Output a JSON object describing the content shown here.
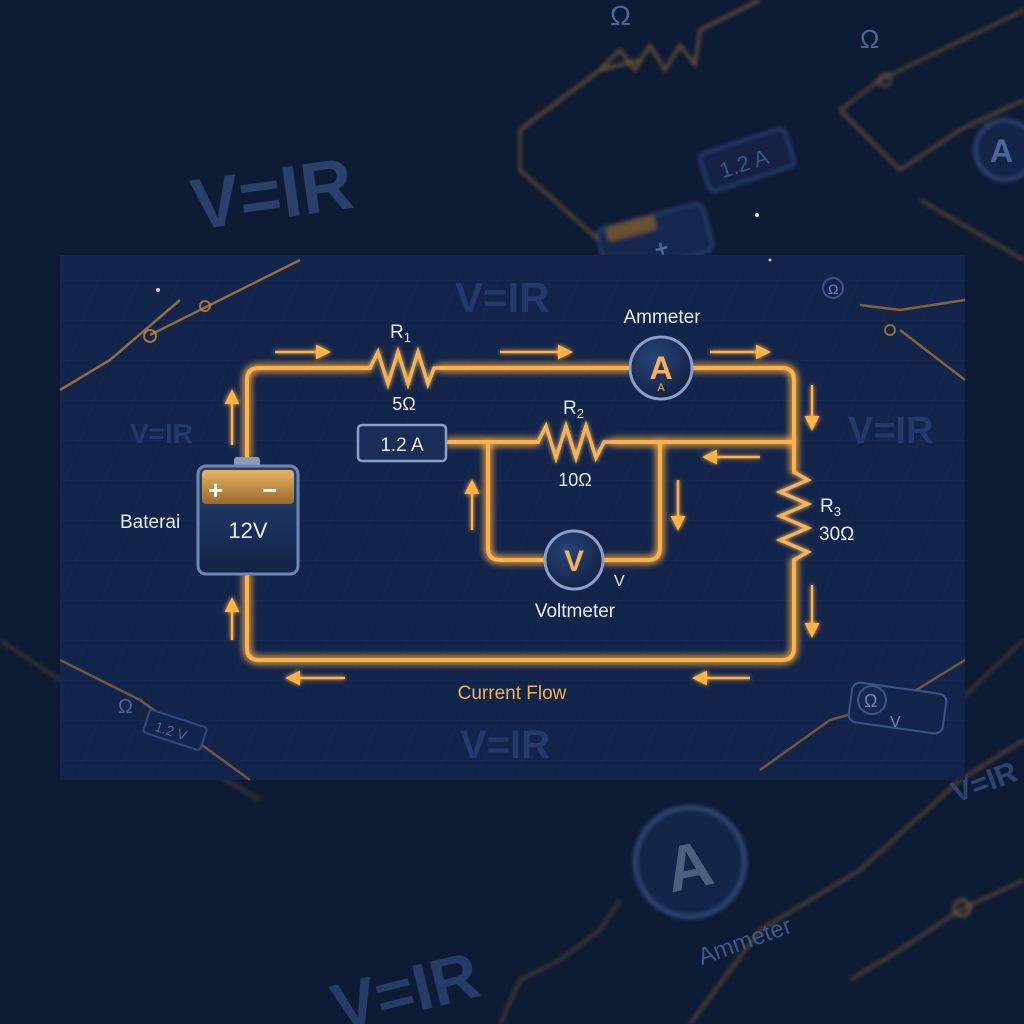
{
  "background": {
    "watermark_formula": "V=IR",
    "top_resistor_symbol": "Ω",
    "top_right_symbol": "Ω",
    "top_current_badge": "1.2 A",
    "top_ammeter_letter": "A",
    "battery_plus": "+",
    "bottom_ammeter_letter": "A",
    "bottom_ammeter_label": "Ammeter",
    "bottom_left_symbol": "Ω",
    "bottom_left_badge": "1.2 V",
    "bottom_right_symbol": "Ω",
    "bottom_right_v": "V",
    "top_right_small_symbol": "Ω"
  },
  "panel": {
    "watermark_formula": "V=IR"
  },
  "circuit": {
    "battery": {
      "label": "Baterai",
      "voltage": "12V",
      "plus": "+",
      "minus": "−"
    },
    "r1": {
      "name": "R",
      "sub": "1",
      "value": "5Ω"
    },
    "r2": {
      "name": "R",
      "sub": "2",
      "value": "10Ω"
    },
    "r3": {
      "name": "R",
      "sub": "3",
      "value": "30Ω"
    },
    "ammeter": {
      "label": "Ammeter",
      "letter": "A",
      "sub_letter": "A"
    },
    "voltmeter": {
      "label": "Voltmeter",
      "letter": "V",
      "side_letter": "V"
    },
    "current_badge": "1.2 A",
    "current_flow_label": "Current Flow"
  },
  "colors": {
    "background": "#0d1a33",
    "panel": "#13244a",
    "wire": "#ffb347",
    "wire_glow": "#ff9a1f",
    "text": "#e6ecf5",
    "label_gold": "#f0b24a",
    "meter_fill": "#1b2d57"
  },
  "icons": [
    "battery-icon",
    "ammeter-icon",
    "voltmeter-icon",
    "resistor-icon",
    "current-arrow-icon"
  ]
}
